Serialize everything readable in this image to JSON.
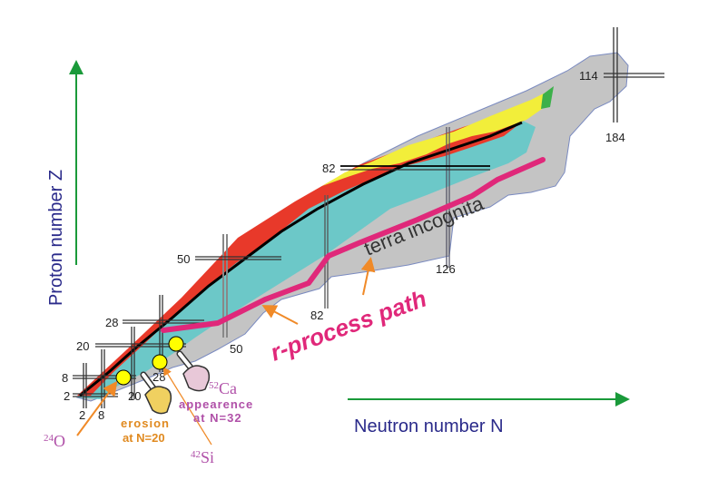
{
  "axes": {
    "y_label": "Proton number Z",
    "x_label": "Neutron number N"
  },
  "magic_numbers": {
    "proton_labels": [
      "2",
      "8",
      "20",
      "28",
      "50",
      "82",
      "114"
    ],
    "neutron_labels": [
      "2",
      "8",
      "20",
      "28",
      "50",
      "82",
      "126",
      "184"
    ]
  },
  "annotations": {
    "terra_incognita": "terra incognita",
    "r_process": "r-process path",
    "erosion_line1": "erosion",
    "erosion_line2": "at N=20",
    "appearance_line1": "appearence",
    "appearance_line2": "at N=32",
    "o24_mass": "24",
    "o24_symbol": "O",
    "si42_mass": "42",
    "si42_symbol": "Si",
    "ca52_mass": "52",
    "ca52_symbol": "Ca"
  },
  "colors": {
    "axis_arrow": "#1a9a3a",
    "stable": "#000000",
    "beta_plus": "#e8392a",
    "beta_minus": "#6cc8c8",
    "alpha": "#f2ee3a",
    "fission": "#3cb04a",
    "unknown": "#c4c4c4",
    "r_process": "#e0287a",
    "arrow": "#f08a28",
    "nucleus_marker": "#ffff00",
    "label_purple": "#b050a8",
    "label_orange": "#e08a20",
    "axis_label": "#2a2a8a"
  }
}
